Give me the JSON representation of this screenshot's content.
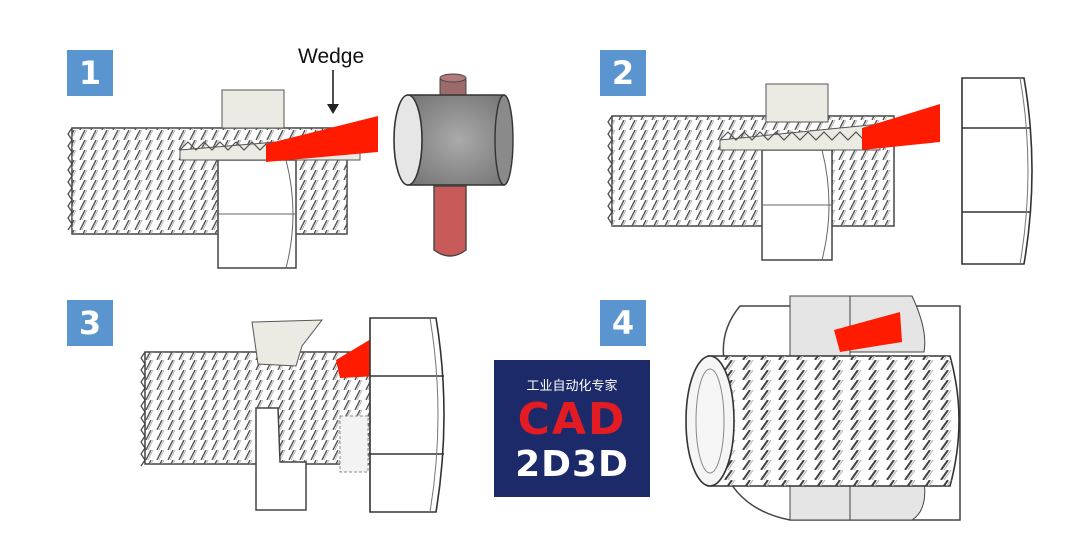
{
  "steps": [
    "1",
    "2",
    "3",
    "4"
  ],
  "wedge_label": "Wedge",
  "logo": {
    "title": "工业自动化专家",
    "brand": "CAD",
    "sub": "2D3D"
  },
  "colors": {
    "badge": "#5a95cf",
    "wedge": "#ff1b00",
    "hammer_head": "#8f8f8f",
    "hammer_handle": "#c95a5a",
    "logo_bg": "#1d2a6a",
    "logo_brand": "#e31b23"
  },
  "icons": [
    "bolt",
    "nut",
    "wedge",
    "hammer",
    "locknut-cutaway"
  ]
}
